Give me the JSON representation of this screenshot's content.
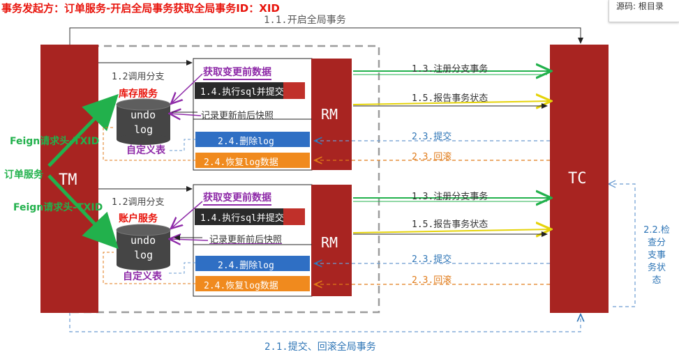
{
  "header": {
    "title": "事务发起方：订单服务-开启全局事务获取全局事务ID：XID",
    "source_label": "源码: 根目录"
  },
  "components": {
    "tm": "TM",
    "tc": "TC",
    "rm": "RM",
    "undo_top": "undo",
    "undo_bottom": "log"
  },
  "services": {
    "order": "订单服务",
    "inventory": "库存服务",
    "account": "账户服务",
    "feign_header": "Feign请求头-TXID",
    "custom_table": "自定义表"
  },
  "steps": {
    "open_global": "1.1.开启全局事务",
    "call_branch": "1.2调用分支",
    "register_branch": "1.3.注册分支事务",
    "exec_sql_prefix": "1.4.执行sql并",
    "exec_sql_suffix": "提交",
    "report_status": "1.5.报告事务状态",
    "get_before_data": "获取变更前数据",
    "record_snapshot": "记录更新前后快照",
    "delete_log": "2.4.删除log",
    "restore_log": "2.4.恢复log数据",
    "commit": "2.3.提交",
    "rollback": "2.3.回滚",
    "commit_rollback_global": "2.1.提交、回滚全局事务",
    "check_branch_status": "2.2.检查分支事务状态"
  },
  "colors": {
    "dark_red": "#a82421",
    "red_text": "#e8140c",
    "blue_box": "#2f6fc4",
    "orange_box": "#f08a1e",
    "green_arrow": "#22b14c",
    "yellow_arrow": "#f2e20c",
    "purple": "#8e2aa8",
    "blue_text": "#2e75b6",
    "orange_text": "#e07a18"
  }
}
